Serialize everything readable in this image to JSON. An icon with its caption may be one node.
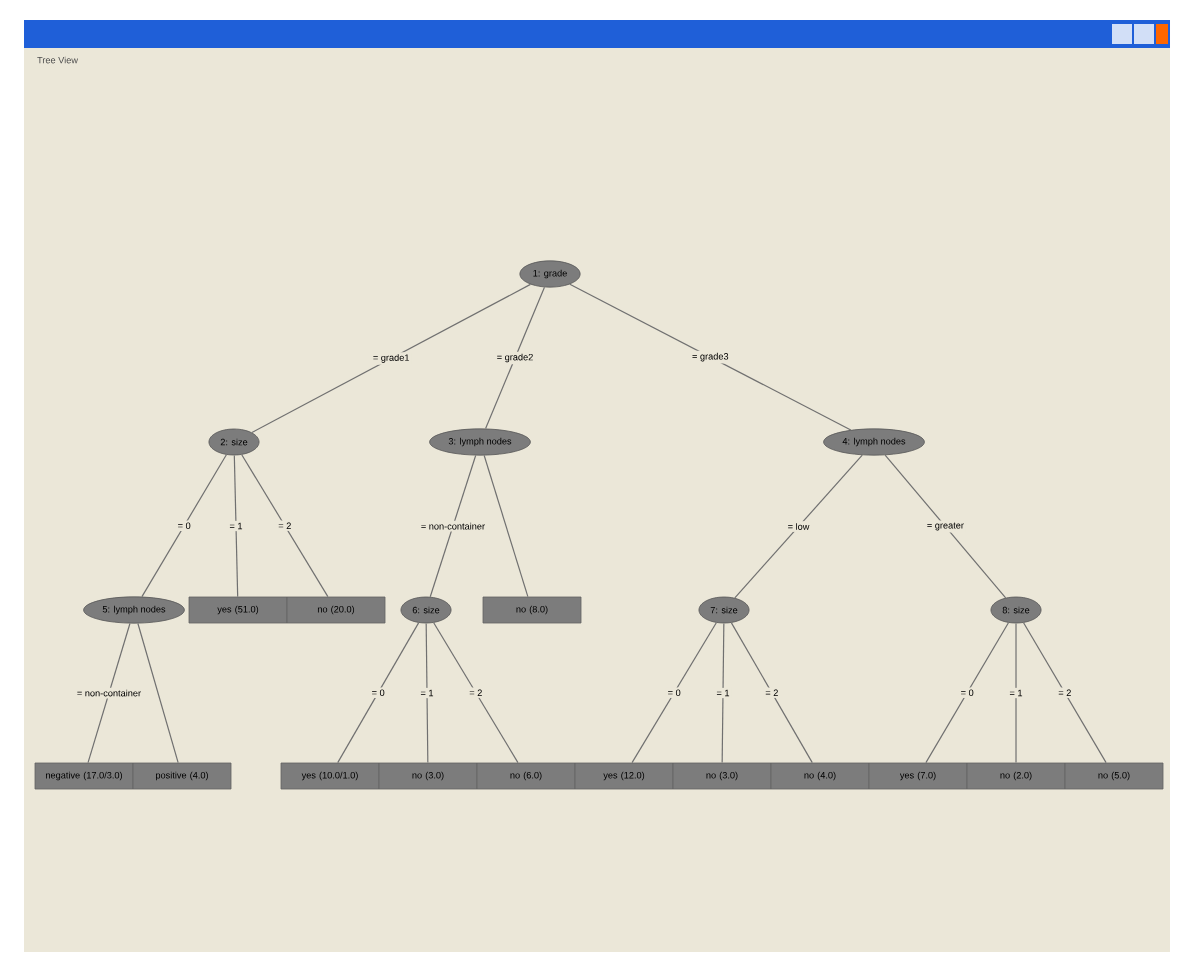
{
  "diagram": {
    "nodes": [
      {
        "text": [
          "1: grade"
        ]
      },
      {
        "text": [
          "2: size"
        ]
      },
      {
        "text": [
          "3: lymph nodes"
        ]
      },
      {
        "text": [
          "4: lymph nodes"
        ]
      },
      {
        "text": [
          "5: lymph nodes"
        ]
      },
      {
        "text": [
          "yes (51.0)"
        ]
      },
      {
        "text": [
          "no (20.0)"
        ]
      },
      {
        "text": [
          "6: size"
        ]
      },
      {
        "text": [
          "no (8.0)"
        ]
      },
      {
        "text": [
          "7: size"
        ]
      },
      {
        "text": [
          "8: size"
        ]
      },
      {
        "text": [
          "negative (17.0/3.0)"
        ]
      },
      {
        "text": [
          "positive (4.0)"
        ]
      },
      {
        "text": [
          "yes (10.0/1.0)"
        ]
      },
      {
        "text": [
          "no (3.0)"
        ]
      },
      {
        "text": [
          "no (6.0)"
        ]
      },
      {
        "text": [
          "yes (12.0)"
        ]
      },
      {
        "text": [
          "no (3.0)"
        ]
      },
      {
        "text": [
          "no (4.0)"
        ]
      },
      {
        "text": [
          "yes (7.0)"
        ]
      },
      {
        "text": [
          "no (2.0)"
        ]
      },
      {
        "text": [
          "no (5.0)"
        ]
      }
    ],
    "edges": [
      {
        "from": 0,
        "to": 1,
        "arrow": "none",
        "label": "= grade1"
      },
      {
        "from": 0,
        "to": 2,
        "arrow": "none",
        "label": "= grade2"
      },
      {
        "from": 0,
        "to": 3,
        "arrow": "none",
        "label": "= grade3"
      },
      {
        "from": 1,
        "to": 4,
        "arrow": "none",
        "label": "= 0"
      },
      {
        "from": 1,
        "to": 5,
        "arrow": "none",
        "label": "= 1"
      },
      {
        "from": 1,
        "to": 6,
        "arrow": "none",
        "label": "= 2"
      },
      {
        "from": 2,
        "to": 7,
        "arrow": "none",
        "label": "= non-container"
      },
      {
        "from": 2,
        "to": 8,
        "arrow": "none"
      },
      {
        "from": 3,
        "to": 9,
        "arrow": "none",
        "label": "= low"
      },
      {
        "from": 3,
        "to": 10,
        "arrow": "none",
        "label": "= greater"
      },
      {
        "from": 4,
        "to": 11,
        "arrow": "none",
        "label": "= non-container"
      },
      {
        "from": 4,
        "to": 12,
        "arrow": "none"
      },
      {
        "from": 7,
        "to": 13,
        "arrow": "none",
        "label": "= 0"
      },
      {
        "from": 7,
        "to": 14,
        "arrow": "none",
        "label": "= 1"
      },
      {
        "from": 7,
        "to": 15,
        "arrow": "none",
        "label": "= 2"
      },
      {
        "from": 9,
        "to": 16,
        "arrow": "none",
        "label": "= 0"
      },
      {
        "from": 9,
        "to": 17,
        "arrow": "none",
        "label": "= 1"
      },
      {
        "from": 9,
        "to": 18,
        "arrow": "none",
        "label": "= 2"
      },
      {
        "from": 10,
        "to": 19,
        "arrow": "none",
        "label": "= 0"
      },
      {
        "from": 10,
        "to": 20,
        "arrow": "none",
        "label": "= 1"
      },
      {
        "from": 10,
        "to": 21,
        "arrow": "none",
        "label": "= 2"
      }
    ],
    "labels": [
      "Tree View"
    ]
  }
}
